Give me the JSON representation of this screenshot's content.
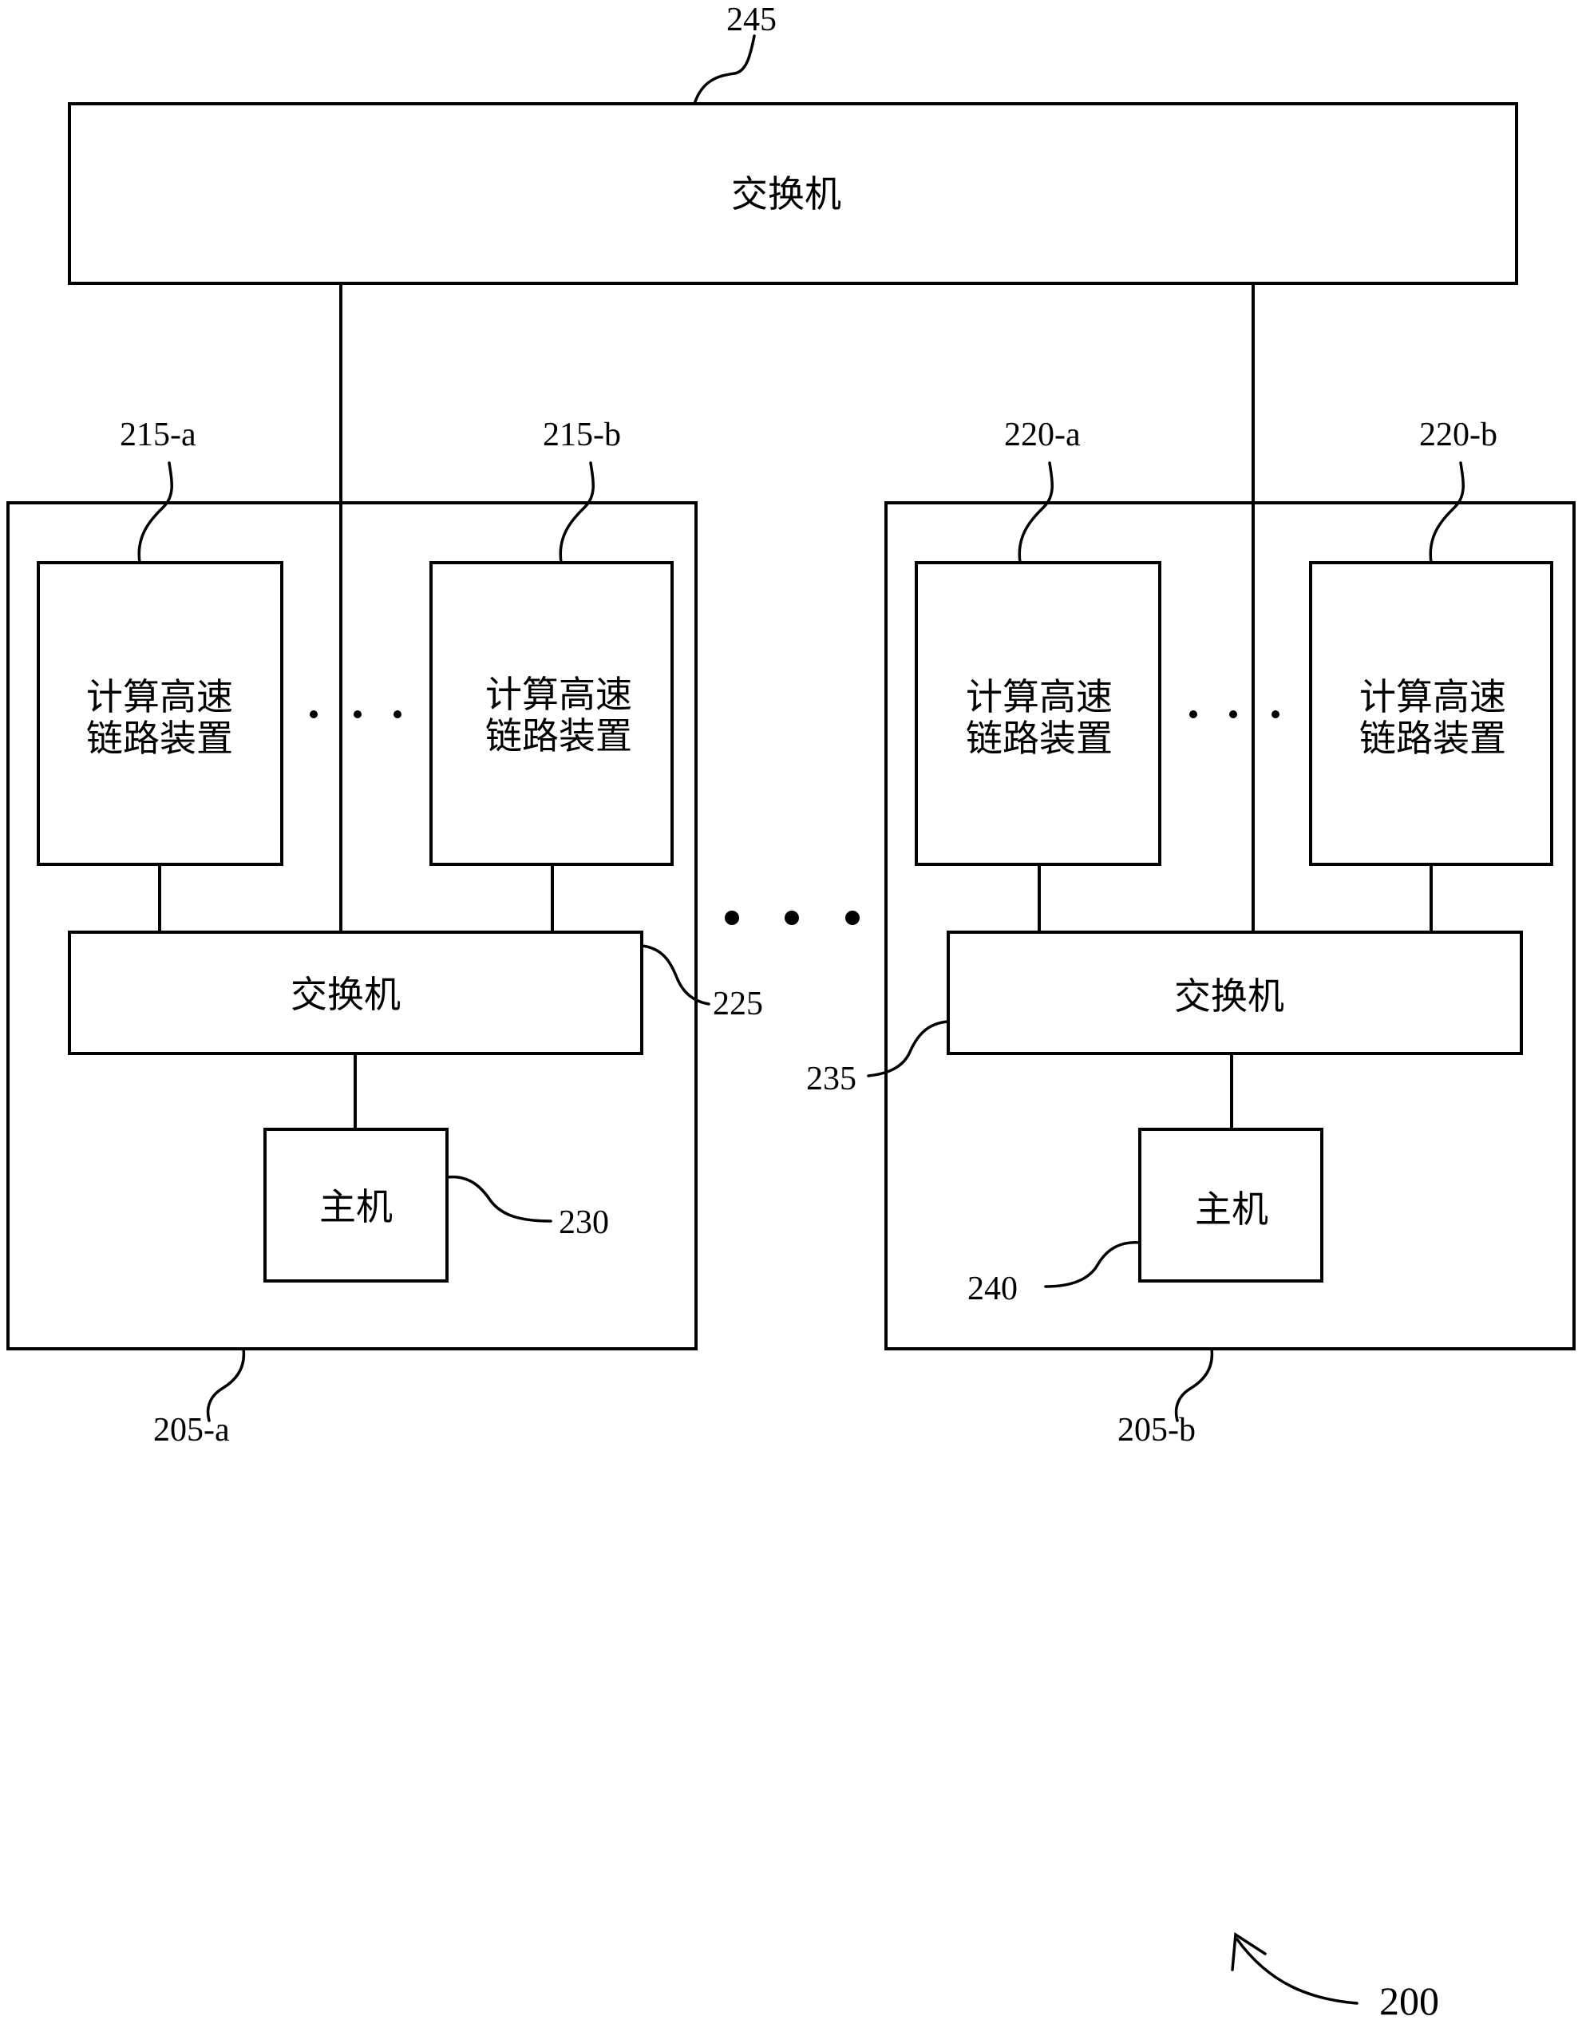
{
  "top_switch": {
    "label": "交换机",
    "ref": "245"
  },
  "node_a": {
    "ref": "205-a",
    "device_1": {
      "label_line1": "计算高速",
      "label_line2": "链路装置",
      "ref": "215-a"
    },
    "device_2": {
      "label_line1": "计算高速",
      "label_line2": "链路装置",
      "ref": "215-b"
    },
    "switch": {
      "label": "交换机",
      "ref": "225"
    },
    "host": {
      "label": "主机",
      "ref": "230"
    }
  },
  "node_b": {
    "ref": "205-b",
    "device_1": {
      "label_line1": "计算高速",
      "label_line2": "链路装置",
      "ref": "220-a"
    },
    "device_2": {
      "label_line1": "计算高速",
      "label_line2": "链路装置",
      "ref": "220-b"
    },
    "switch": {
      "label": "交换机",
      "ref": "235"
    },
    "host": {
      "label": "主机",
      "ref": "240"
    }
  },
  "figure_ref": "200"
}
